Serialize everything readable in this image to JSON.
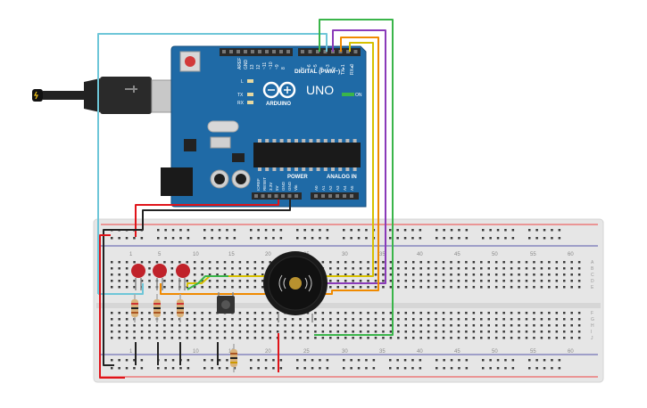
{
  "arduino": {
    "brand": "ARDUINO",
    "model": "UNO",
    "on_label": "ON",
    "led_l": "L",
    "led_tx": "TX",
    "led_rx": "RX",
    "digital_header": "DIGITAL (PWM~)",
    "aref": "AREF",
    "gnd": "GND",
    "digital_pins": [
      "13",
      "12",
      "~11",
      "~10",
      "~9",
      "8",
      "7",
      "~6",
      "~5",
      "4",
      "~3",
      "2",
      "TX▸1",
      "RX◂0"
    ],
    "power_label": "POWER",
    "analog_label": "ANALOG IN",
    "power_pins": [
      "IOREF",
      "RESET",
      "3.3V",
      "5V",
      "GND",
      "GND",
      "Vin"
    ],
    "analog_pins": [
      "A0",
      "A1",
      "A2",
      "A3",
      "A4",
      "A5"
    ]
  },
  "breadboard": {
    "col_numbers": [
      "1",
      "5",
      "10",
      "15",
      "20",
      "25",
      "30",
      "35",
      "40",
      "45",
      "50",
      "55",
      "60"
    ],
    "row_letters_top": [
      "A",
      "B",
      "C",
      "D",
      "E"
    ],
    "row_letters_bottom": [
      "F",
      "G",
      "H",
      "I",
      "J"
    ]
  },
  "colors": {
    "board_blue": "#1f6aa6",
    "wire_red": "#e0141a",
    "wire_black": "#222222",
    "wire_cyan": "#6ec6d8",
    "wire_green": "#3ab54a",
    "wire_orange": "#f08a00",
    "wire_purple": "#8a3ab9",
    "wire_yellow": "#d6c000",
    "led_red": "#c0222a",
    "breadboard": "#e8e8e8"
  }
}
